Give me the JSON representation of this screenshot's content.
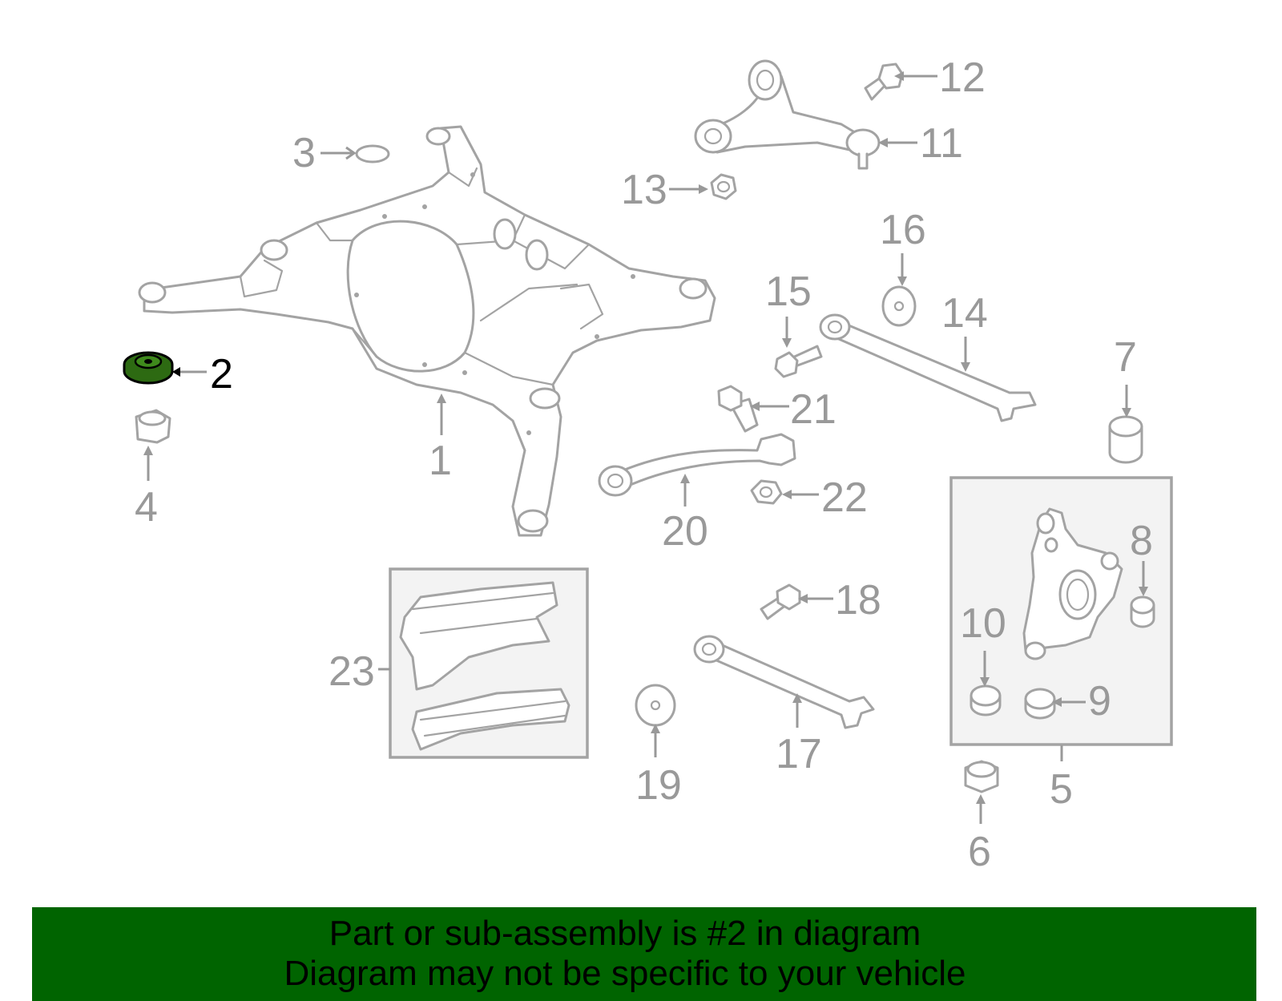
{
  "diagram": {
    "callouts": [
      {
        "id": "p1",
        "label": "1"
      },
      {
        "id": "p2",
        "label": "2",
        "highlighted": true
      },
      {
        "id": "p3",
        "label": "3"
      },
      {
        "id": "p4",
        "label": "4"
      },
      {
        "id": "p5",
        "label": "5"
      },
      {
        "id": "p6",
        "label": "6"
      },
      {
        "id": "p7",
        "label": "7"
      },
      {
        "id": "p8",
        "label": "8"
      },
      {
        "id": "p9",
        "label": "9"
      },
      {
        "id": "p10",
        "label": "10"
      },
      {
        "id": "p11",
        "label": "11"
      },
      {
        "id": "p12",
        "label": "12"
      },
      {
        "id": "p13",
        "label": "13"
      },
      {
        "id": "p14",
        "label": "14"
      },
      {
        "id": "p15",
        "label": "15"
      },
      {
        "id": "p16",
        "label": "16"
      },
      {
        "id": "p17",
        "label": "17"
      },
      {
        "id": "p18",
        "label": "18"
      },
      {
        "id": "p19",
        "label": "19"
      },
      {
        "id": "p20",
        "label": "20"
      },
      {
        "id": "p21",
        "label": "21"
      },
      {
        "id": "p22",
        "label": "22"
      },
      {
        "id": "p23",
        "label": "23"
      }
    ],
    "colors": {
      "line": "#a3a3a3",
      "label": "#999999",
      "highlight_fill": "#2d6a12",
      "highlight_label": "#000000",
      "banner": "#006400"
    }
  },
  "banner": {
    "line1": "Part or sub-assembly is #2 in diagram",
    "line2": "Diagram may not be specific to your vehicle"
  }
}
